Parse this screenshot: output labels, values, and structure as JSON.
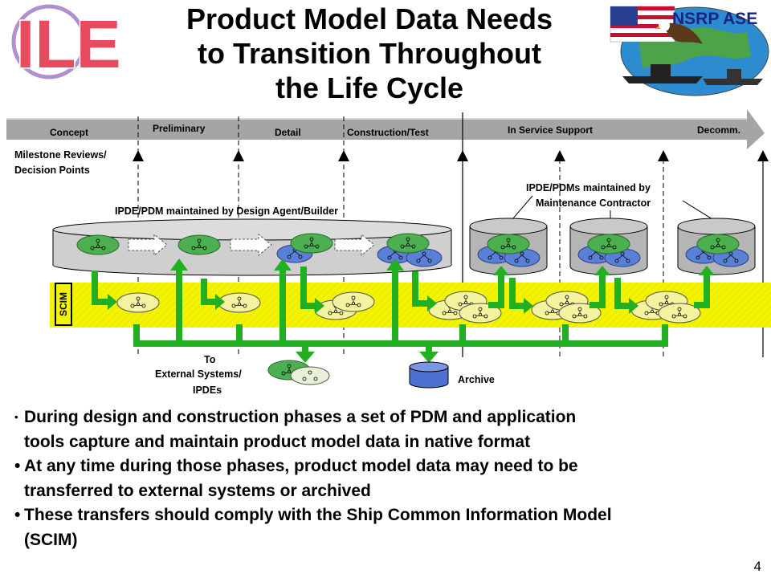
{
  "header": {
    "title_line1": "Product Model Data Needs",
    "title_line2": "to Transition Throughout",
    "title_line3": "the Life Cycle",
    "left_logo_text": "ILE",
    "right_logo_text": "NSRP ASE"
  },
  "phases": [
    "Concept",
    "Preliminary",
    "Detail",
    "Construction/Test",
    "In Service Support",
    "Decomm."
  ],
  "labels": {
    "milestones_line1": "Milestone Reviews/",
    "milestones_line2": "Decision Points",
    "design_agent": "IPDE/PDM maintained by Design Agent/Builder",
    "maintenance_line1": "IPDE/PDMs  maintained by",
    "maintenance_line2": "Maintenance Contractor",
    "scim": "SCIM",
    "external_line1": "To",
    "external_line2": "External Systems/",
    "external_line3": "IPDEs",
    "archive": "Archive"
  },
  "bullets": [
    {
      "line1": "During design and construction phases a set of PDM and application",
      "line2": "tools capture and maintain product model data in native format"
    },
    {
      "line1": "At any time during those phases, product model data may need to be",
      "line2": "transferred to external systems or archived"
    },
    {
      "line1": "These transfers should comply with the Ship Common Information Model",
      "line2": "(SCIM)"
    }
  ],
  "page_number": "4",
  "colors": {
    "green_arrow": "#22b022",
    "scim_band": "#f4f400",
    "pdm_green": "#4caf50",
    "pdm_blue": "#5a7fd6",
    "scim_node": "#f4f3a0",
    "drum": "#c8c8c8",
    "phase_bar": "#a0a0a0"
  }
}
